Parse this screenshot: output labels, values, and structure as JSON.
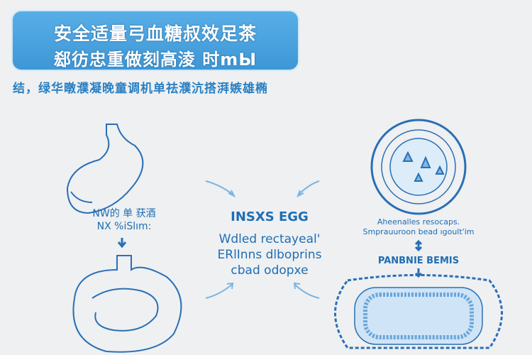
{
  "banner": {
    "line1": "安全适量弓血糖叔效足茶",
    "line2": "郄彷忠重做刻高淩 时mЫ"
  },
  "subtitle": "结，绿华暾濮凝晚童调机单祛濮沆搭湃嫉雄椭",
  "left_label": {
    "line1": "NW的 单 获酒",
    "line2": "NX %iSlım:"
  },
  "center": {
    "title": "INSXS EGG",
    "line1": "Wdled rectayeal'",
    "line2": "ERlInns dlboprins",
    "line3": "cbad odopxe"
  },
  "right": {
    "line1": "Aheenalles resocaps.",
    "line2": "Smprauuroon bead ıgoult'im",
    "label": "PANBNIE BEMIS"
  },
  "colors": {
    "primary": "#3e97d6",
    "line": "#2a6fb5"
  }
}
